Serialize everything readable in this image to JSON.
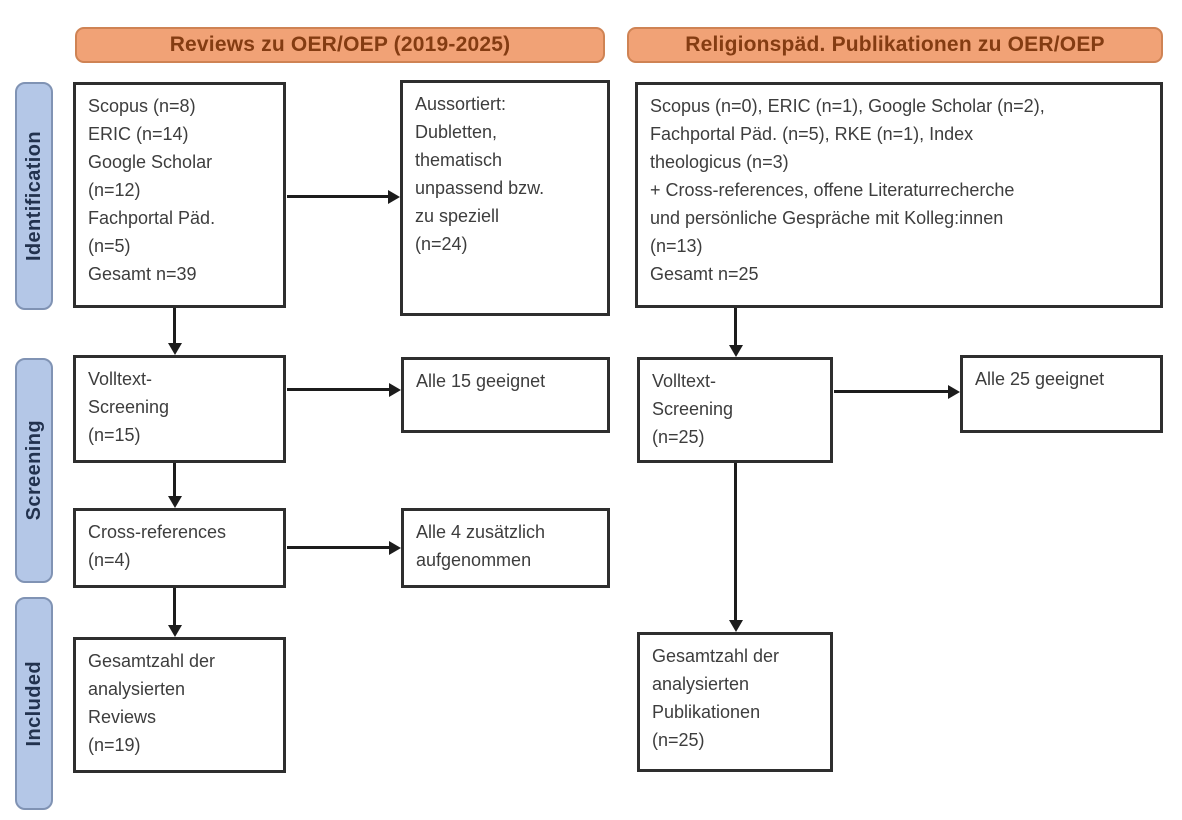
{
  "palette": {
    "header_fill": "#F1A276",
    "header_border": "#CF8354",
    "header_text": "#843C12",
    "stage_fill": "#B4C7E7",
    "stage_border": "#8093B4",
    "stage_text": "#22324E",
    "box_bg": "#FFFFFF",
    "box_border": "#2E2E2E",
    "box_text": "#3D3D3D",
    "arrow": "#1C1C1C",
    "background": "#FFFFFF"
  },
  "headers": {
    "reviews": "Reviews zu OER/OEP (2019-2025)",
    "religionspaed": "Religionspäd. Publikationen zu OER/OEP"
  },
  "stages": {
    "identification": "Identification",
    "screening": "Screening",
    "included": "Included"
  },
  "reviews_flow": {
    "identification": "Scopus (n=8)\nERIC (n=14)\nGoogle Scholar\n(n=12)\nFachportal Päd.\n(n=5)\nGesamt n=39",
    "excluded": "Aussortiert:\nDubletten,\nthematisch\nunpassend bzw.\nzu speziell\n(n=24)",
    "fulltext_screening": "Volltext-\nScreening\n(n=15)",
    "fulltext_result": "Alle 15 geeignet",
    "cross_references": "Cross-references\n(n=4)",
    "cross_references_result": "Alle 4 zusätzlich\naufgenommen",
    "included": "Gesamtzahl der\nanalysierten\nReviews\n(n=19)"
  },
  "religionspaed_flow": {
    "identification": "Scopus (n=0), ERIC (n=1), Google Scholar (n=2),\nFachportal Päd. (n=5), RKE (n=1), Index\ntheologicus (n=3)\n+ Cross-references, offene Literaturrecherche\nund persönliche Gespräche mit Kolleg:innen\n(n=13)\nGesamt n=25",
    "fulltext_screening": "Volltext-\nScreening\n(n=25)",
    "fulltext_result": "Alle 25 geeignet",
    "included": "Gesamtzahl der\nanalysierten\nPublikationen\n(n=25)"
  }
}
